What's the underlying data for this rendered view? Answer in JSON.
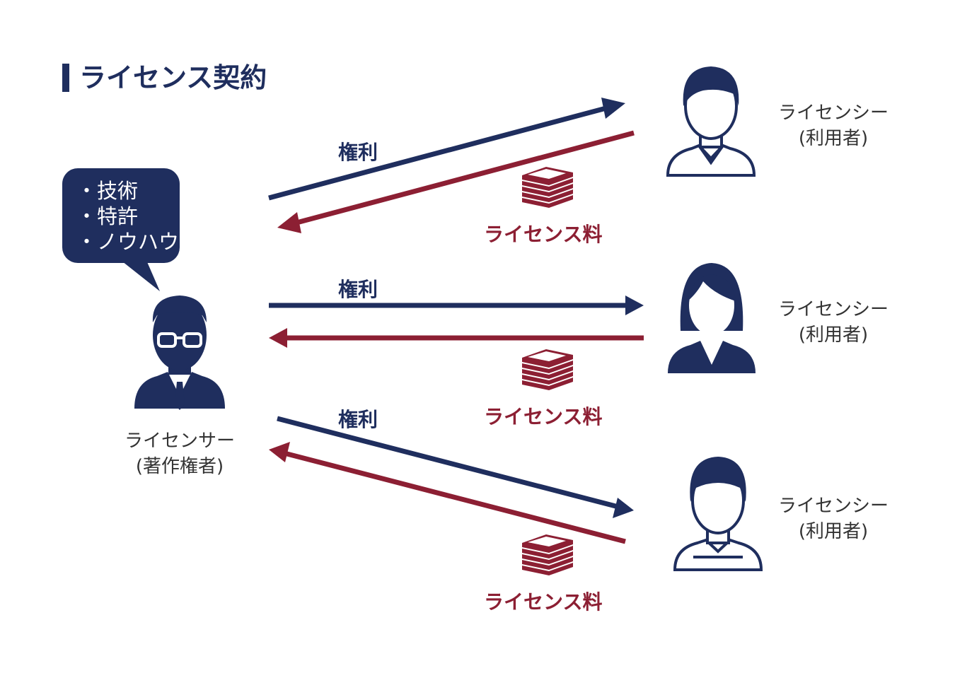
{
  "title": "ライセンス契約",
  "colors": {
    "navy": "#1f2e5e",
    "red": "#8c1f33",
    "text": "#333333",
    "white": "#ffffff"
  },
  "licensor": {
    "label_line1": "ライセンサー",
    "label_line2": "(著作権者)"
  },
  "assets": [
    "・技術",
    "・特許",
    "・ノウハウ"
  ],
  "licensees": [
    {
      "label_line1": "ライセンシー",
      "label_line2": "(利用者)"
    },
    {
      "label_line1": "ライセンシー",
      "label_line2": "(利用者)"
    },
    {
      "label_line1": "ライセンシー",
      "label_line2": "(利用者)"
    }
  ],
  "rights_label": "権利",
  "fee_label": "ライセンス料",
  "icons": {
    "licensor": "businessman-glasses-icon",
    "licensee1": "man-icon",
    "licensee2": "woman-icon",
    "licensee3": "man-icon",
    "fee": "money-stack-icon"
  }
}
